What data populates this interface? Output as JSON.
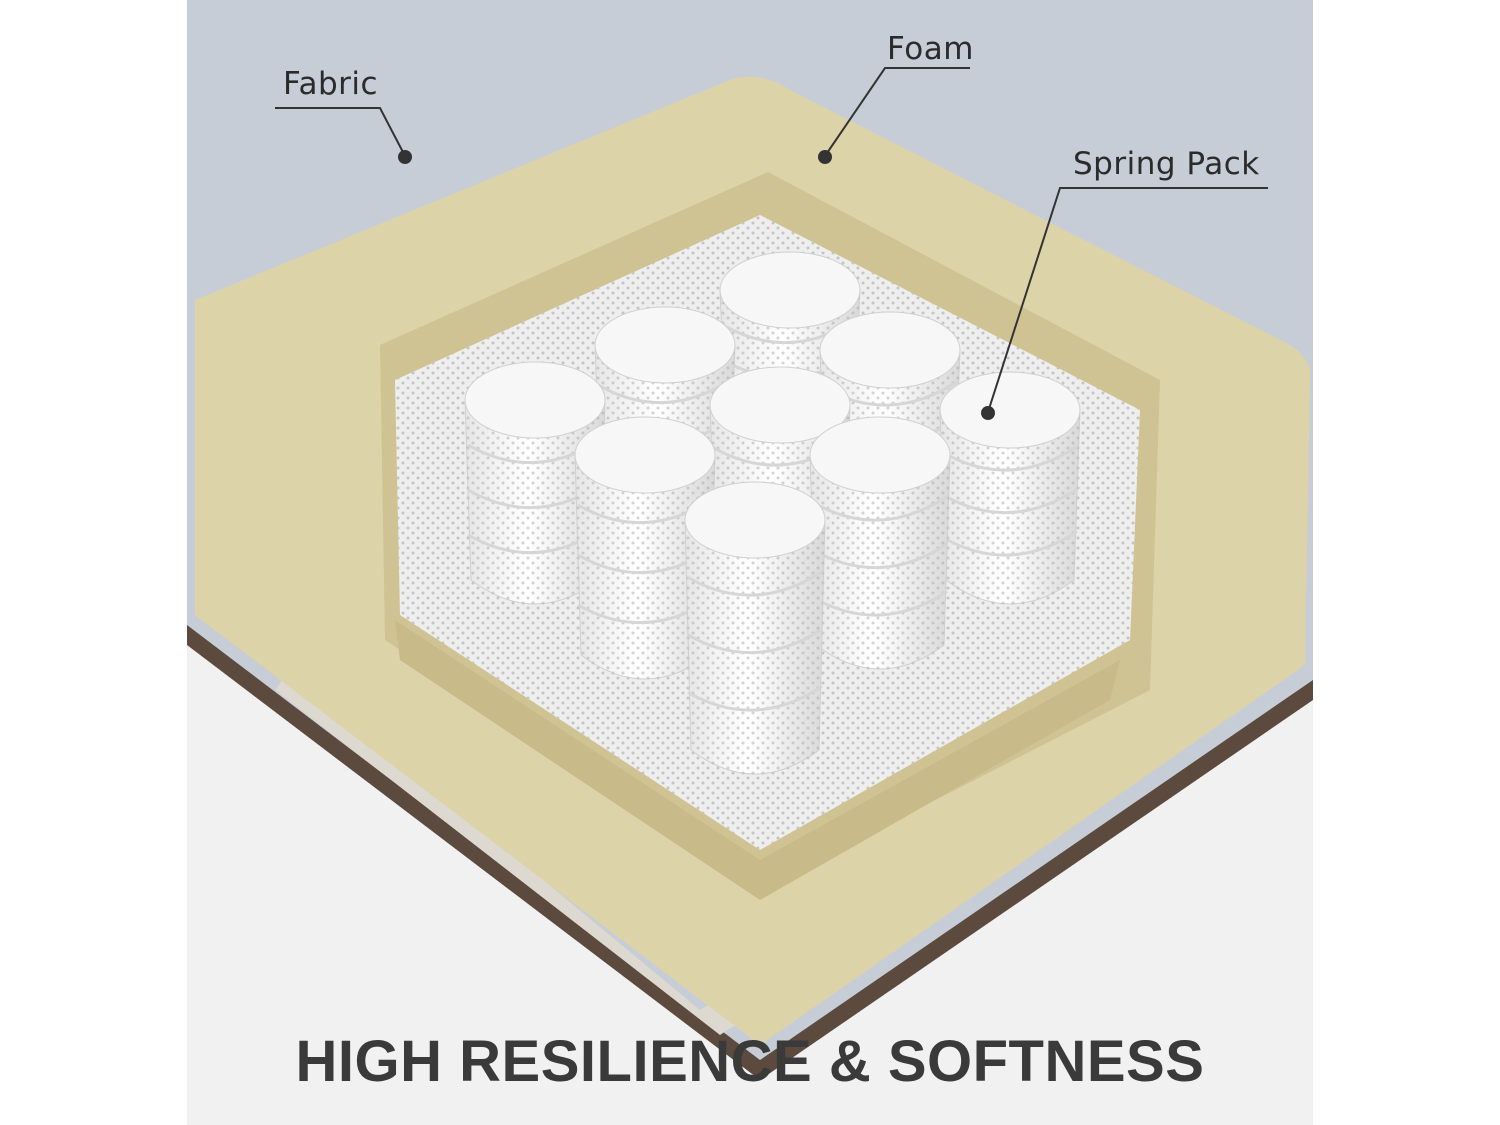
{
  "labels": {
    "fabric": "Fabric",
    "foam": "Foam",
    "spring_pack": "Spring Pack"
  },
  "headline": "HIGH RESILIENCE & SOFTNESS",
  "colors": {
    "fabric": "#c7cdd6",
    "foam": "#ddd3a8",
    "foam_inner": "#cfc394",
    "coil": "#f4f4f4",
    "base": "#ddd8d0",
    "headline": "#3a3a3a"
  }
}
